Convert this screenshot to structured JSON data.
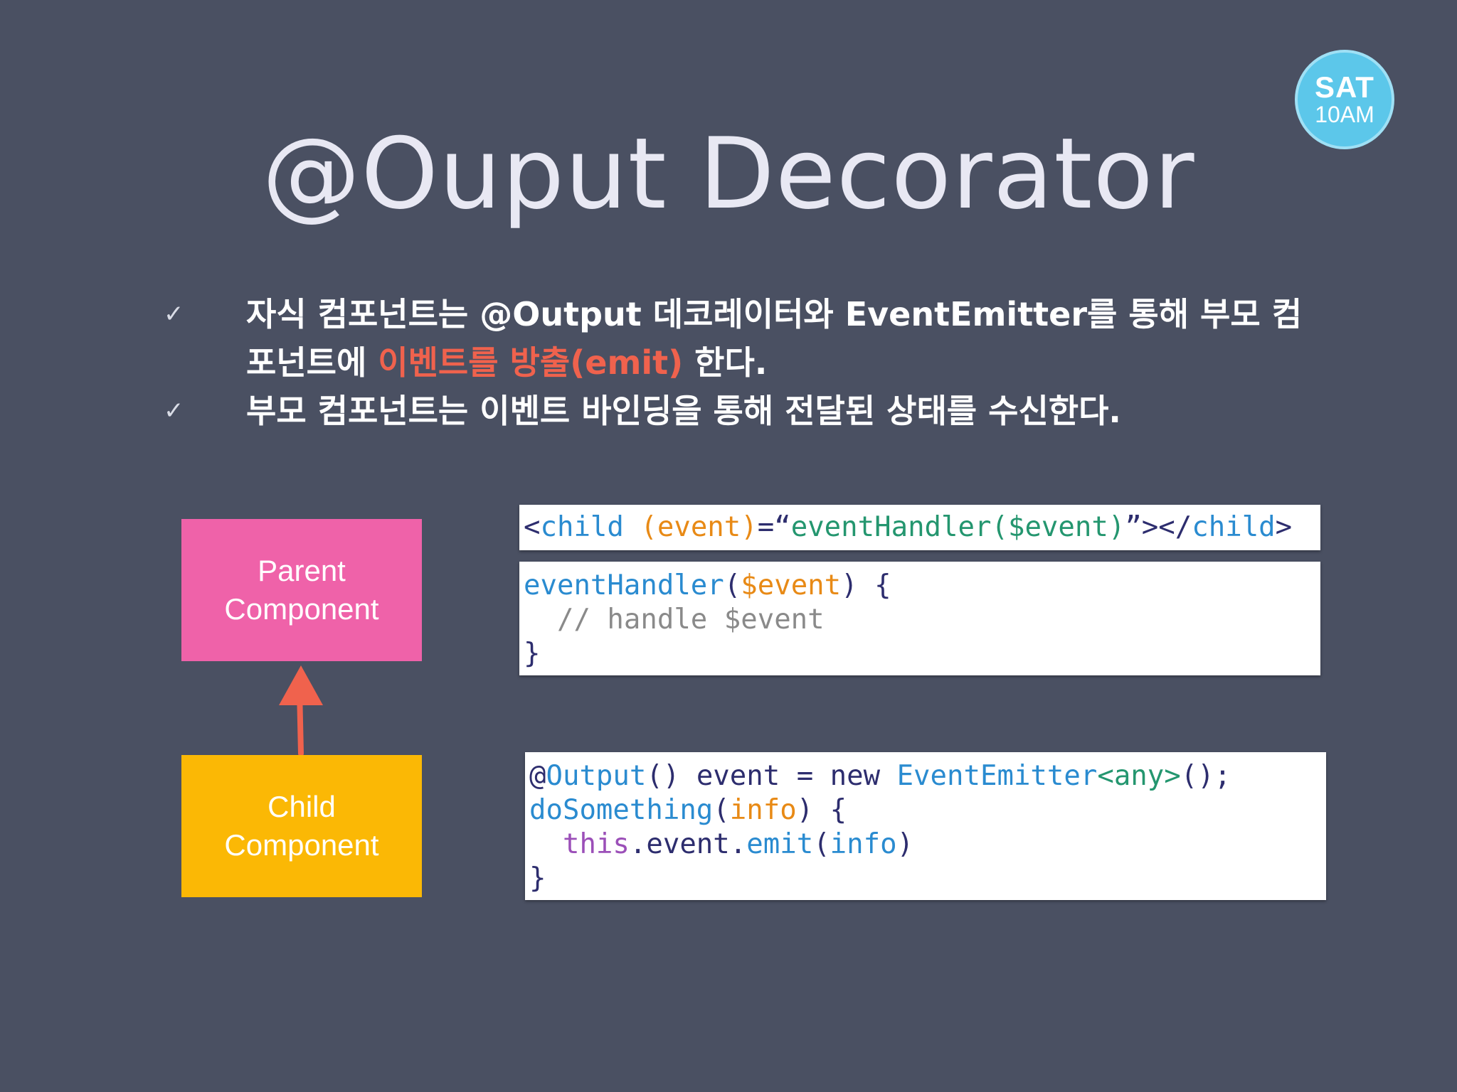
{
  "slide": {
    "title": "@Ouput Decorator",
    "badge": {
      "day": "SAT",
      "time": "10AM"
    }
  },
  "bullets": [
    {
      "check": "✓",
      "text_before": "자식 컴포넌트는 @Output 데코레이터와 EventEmitter를 통해 부모 컴포넌트에 ",
      "highlight": "이벤트를 방출(emit)",
      "text_after": " 한다."
    },
    {
      "check": "✓",
      "text": "부모 컴포넌트는 이벤트 바인딩을 통해 전달된 상태를 수신한다."
    }
  ],
  "diagram": {
    "parent_label": "Parent\nComponent",
    "child_label": "Child\nComponent",
    "colors": {
      "parent": "#ef62a9",
      "child": "#fbb805",
      "arrow": "#f0624d"
    }
  },
  "code": {
    "binding": {
      "t1": "<",
      "t2": "child",
      "t3": " ",
      "t4": "(event)",
      "t5": "=“",
      "t6": "eventHandler($event)",
      "t7": "”></",
      "t8": "child",
      "t9": ">"
    },
    "handler": {
      "l1_name": "eventHandler",
      "l1_open": "(",
      "l1_param": "$event",
      "l1_close": ") {",
      "l2": "  // handle $event",
      "l3": "}"
    },
    "output": {
      "l1_at": "@",
      "l1_dec": "Output",
      "l1_a": "() event = new ",
      "l1_cls": "EventEmitter",
      "l1_gen": "<any>",
      "l1_end": "();",
      "l2_name": "doSomething",
      "l2_open": "(",
      "l2_param": "info",
      "l2_close": ") {",
      "l3_indent": "  ",
      "l3_this": "this",
      "l3_mid": ".event.",
      "l3_emit": "emit",
      "l3_open": "(",
      "l3_arg": "info",
      "l3_close": ")",
      "l4": "}"
    }
  }
}
